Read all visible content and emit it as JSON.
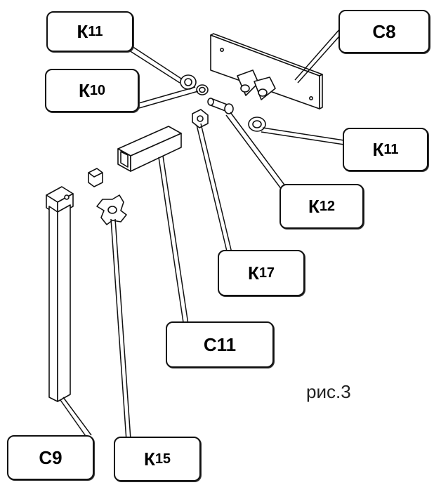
{
  "labels": {
    "k11_top": {
      "main": "К",
      "sub": "11"
    },
    "k10": {
      "main": "К",
      "sub": "10"
    },
    "c8": {
      "main": "С8",
      "sub": ""
    },
    "k11_right": {
      "main": "К",
      "sub": "11"
    },
    "k12": {
      "main": "К",
      "sub": "12"
    },
    "k17": {
      "main": "К",
      "sub": "17"
    },
    "c11": {
      "main": "С11",
      "sub": ""
    },
    "c9": {
      "main": "С9",
      "sub": ""
    },
    "k15": {
      "main": "К",
      "sub": "15"
    }
  },
  "caption": "рис.3"
}
